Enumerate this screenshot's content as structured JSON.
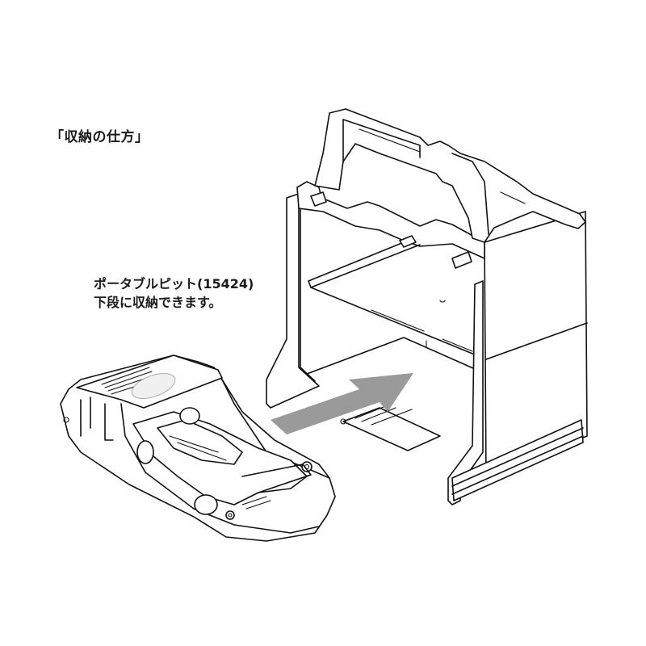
{
  "heading": "「収納の仕方」",
  "caption": {
    "line1": "ポータブルピット(15424)",
    "line2": "下段に収納できます。"
  },
  "illustration": {
    "storage_box": "carry-box-with-handle-two-tier",
    "pit_case": "portable-pit-with-car",
    "pit_logo": "oval-emblem",
    "arrow_direction": "insert-into-lower-tier",
    "arrow_color": "#9a9a9a",
    "line_color": "#111111"
  }
}
